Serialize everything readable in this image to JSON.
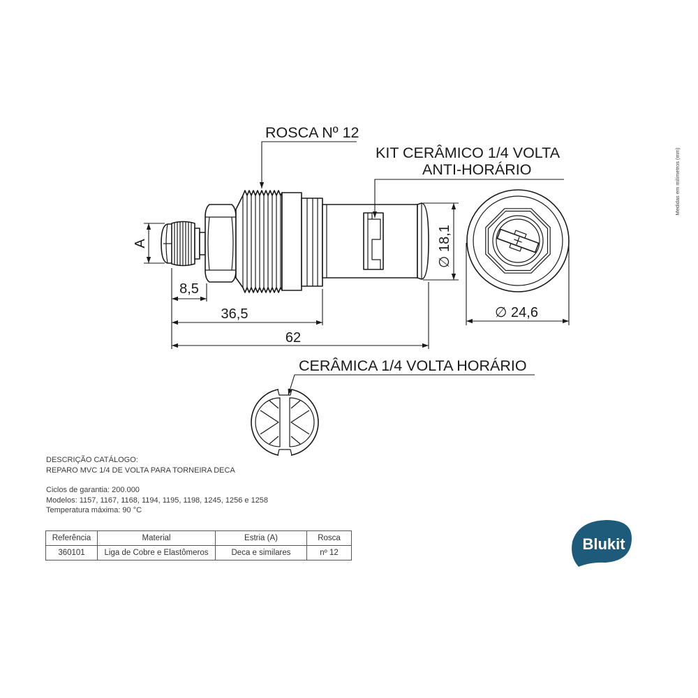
{
  "callouts": {
    "rosca": "ROSCA Nº 12",
    "kit_line1": "KIT CERÂMICO 1/4 VOLTA",
    "kit_line2": "ANTI-HORÁRIO",
    "ceramica": "CERÂMICA 1/4 VOLTA HORÁRIO"
  },
  "dimensions": {
    "a": "A",
    "len_8_5": "8,5",
    "len_36_5": "36,5",
    "len_62": "62",
    "dia_18_1": "∅ 18,1",
    "dia_24_6": "∅ 24,6"
  },
  "units_note": "Medidas em milímetros (mm)",
  "description": {
    "title": "DESCRIÇÃO CATÁLOGO:",
    "text": "REPARO MVC 1/4 DE VOLTA PARA TORNEIRA DECA",
    "specs": [
      "Ciclos de garantia: 200.000",
      "Modelos: 1157, 1167, 1168, 1194, 1195, 1198, 1245, 1256 e 1258",
      "Temperatura máxima: 90 °C"
    ]
  },
  "table": {
    "headers": [
      "Referência",
      "Material",
      "Estria (A)",
      "Rosca"
    ],
    "rows": [
      [
        "360101",
        "Liga de Cobre e Elastômeros",
        "Deca e similares",
        "nº 12"
      ]
    ]
  },
  "logo": {
    "text": "Blukit",
    "color": "#1e5a7a"
  }
}
